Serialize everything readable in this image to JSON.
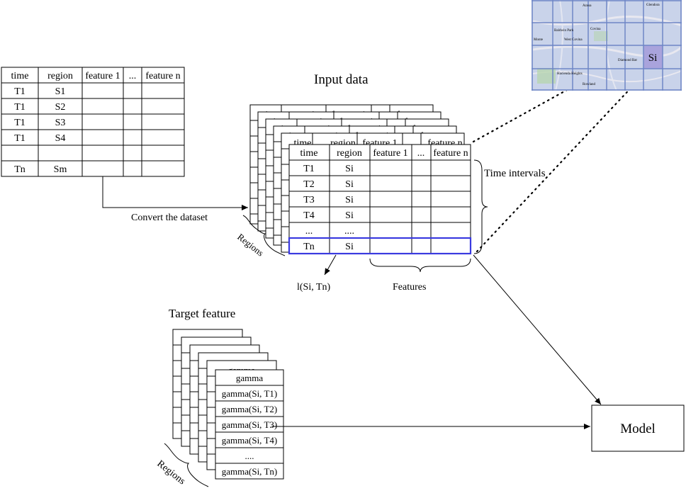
{
  "source_table": {
    "headers": [
      "time",
      "region",
      "feature 1",
      "...",
      "feature n"
    ],
    "rows": [
      [
        "T1",
        "S1",
        "",
        "",
        ""
      ],
      [
        "T1",
        "S2",
        "",
        "",
        ""
      ],
      [
        "T1",
        "S3",
        "",
        "",
        ""
      ],
      [
        "T1",
        "S4",
        "",
        "",
        ""
      ],
      [
        "",
        "",
        "",
        "",
        ""
      ],
      [
        "Tn",
        "Sm",
        "",
        "",
        ""
      ]
    ]
  },
  "input_title": "Input data",
  "input_table": {
    "headers": [
      "time",
      "region",
      "feature 1",
      "...",
      "feature n"
    ],
    "rows": [
      [
        "T1",
        "Si",
        "",
        "",
        ""
      ],
      [
        "T2",
        "Si",
        "",
        "",
        ""
      ],
      [
        "T3",
        "Si",
        "",
        "",
        ""
      ],
      [
        "T4",
        "Si",
        "",
        "",
        ""
      ],
      [
        "...",
        "....",
        "",
        "",
        ""
      ],
      [
        "Tn",
        "Si",
        "",
        "",
        ""
      ]
    ],
    "back_header_text": [
      "time",
      "region",
      "feature 1",
      "...",
      "feature n"
    ]
  },
  "convert_label": "Convert the dataset",
  "regions_label": "Regions",
  "time_intervals_label": "Time intervals",
  "l_label": "l(Si, Tn)",
  "features_label": "Features",
  "map_region_label": "Si",
  "map_place_labels": [
    "Baldwin Park",
    "West Covina",
    "Covina",
    "Hacienda Heights",
    "Azusa",
    "Glendora",
    "Diamond Bar",
    "Rowland",
    "Monte"
  ],
  "target_title": "Target feature",
  "target_table": {
    "header": "gamma",
    "rows": [
      "gamma(Si, T1)",
      "gamma(Si, T2)",
      "gamma(Si, T3)",
      "gamma(Si, T4)",
      "....",
      "gamma(Si, Tn)"
    ],
    "back_header_text": "gamma"
  },
  "model_label": "Model",
  "colors": {
    "highlight_row": "#3a3ae0",
    "map_background": "#c9d3ea",
    "map_grid": "#6f86c6",
    "map_highlight": "#a9a3dc"
  }
}
